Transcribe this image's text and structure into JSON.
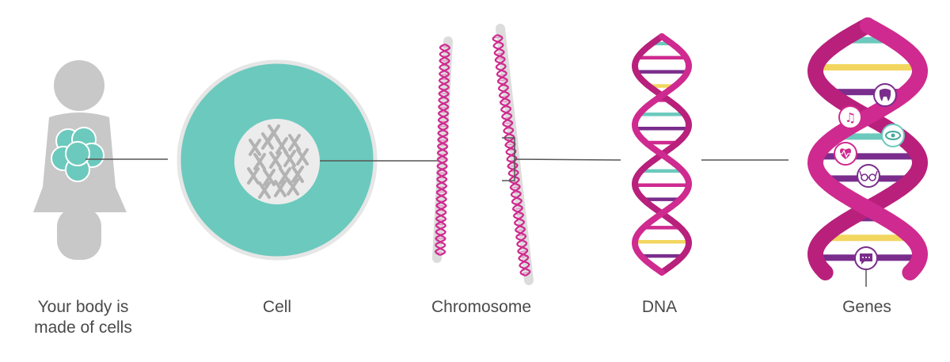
{
  "labels": {
    "body": "Your body is\nmade of cells",
    "cell": "Cell",
    "chromosome": "Chromosome",
    "dna": "DNA",
    "genes": "Genes"
  },
  "colors": {
    "body_gray": "#c8c8c8",
    "teal": "#6cc9bd",
    "teal_dark": "#45ab9e",
    "magenta": "#cf2a8f",
    "purple": "#7a2d8c",
    "yellow": "#f2d65f",
    "line": "#555555",
    "text": "#4a4a4a"
  },
  "icons": {
    "genes": [
      "tooth-icon",
      "music-note-icon",
      "eye-icon",
      "heartbeat-icon",
      "glasses-icon",
      "speech-bubble-icon"
    ]
  }
}
